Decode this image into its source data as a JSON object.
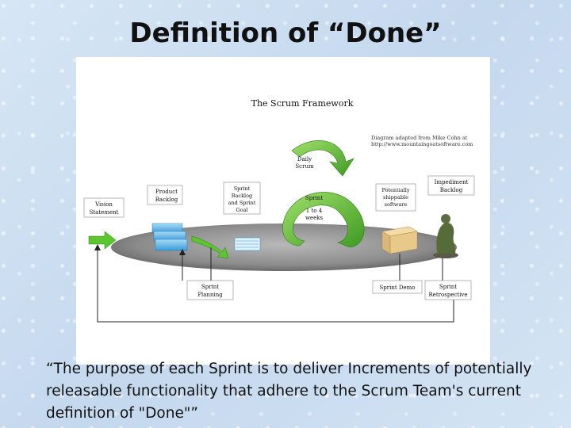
{
  "slide": {
    "title": "Definition of “Done”",
    "caption": "“The purpose of each Sprint is to deliver Increments of potentially releasable functionality that adhere to the Scrum Team's current definition of \"Done\"”"
  },
  "diagram": {
    "title": "The Scrum Framework",
    "credit_line1": "Diagram adapted from Mike Cohn at",
    "credit_line2": "http://www.mountaingoatsoftware.com",
    "daily_scrum_1": "Daily",
    "daily_scrum_2": "Scrum",
    "impediment_1": "Impediment",
    "impediment_2": "Backlog",
    "product_backlog_1": "Product",
    "product_backlog_2": "Backlog",
    "vision_1": "Vision",
    "vision_2": "Statement",
    "sprint_backlog_1": "Sprint",
    "sprint_backlog_2": "Backlog",
    "sprint_backlog_3": "and Sprint",
    "sprint_backlog_4": "Goal",
    "sprint_label": "Sprint",
    "duration_1": "1 to 4",
    "duration_2": "weeks",
    "shippable_1": "Potentially",
    "shippable_2": "shippable",
    "shippable_3": "software",
    "sprint_planning_1": "Sprint",
    "sprint_planning_2": "Planning",
    "sprint_demo": "Sprint Demo",
    "sprint_retro_1": "Sprint",
    "sprint_retro_2": "Retrospective",
    "colors": {
      "ellipse": "#8a8a8a",
      "green_arrow": "#6abf3a",
      "backlog_blue": "#4fb0e6",
      "box_tan": "#e8c98a"
    }
  }
}
